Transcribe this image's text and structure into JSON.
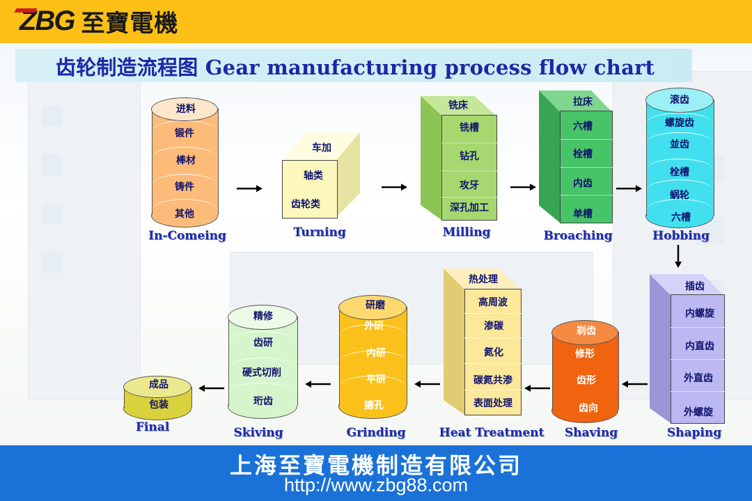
{
  "header": {
    "logo_mark": "ZBG",
    "logo_name": "至寶電機"
  },
  "title": "齿轮制造流程图  Gear manufacturing process flow chart",
  "stages": {
    "incoming": {
      "label": "In-Comeing",
      "items": [
        "进料",
        "锻件",
        "棒材",
        "铸件",
        "其他"
      ]
    },
    "turning": {
      "label": "Turning",
      "items": [
        "车加",
        "轴类",
        "齿轮类"
      ]
    },
    "milling": {
      "label": "Milling",
      "items": [
        "铣床",
        "铣槽",
        "钻孔",
        "攻牙",
        "深孔加工"
      ]
    },
    "broaching": {
      "label": "Broaching",
      "items": [
        "拉床",
        "六槽",
        "栓槽",
        "内齿",
        "单槽"
      ]
    },
    "hobbing": {
      "label": "Hobbing",
      "items": [
        "滚齿",
        "螺旋齿",
        "並齿",
        "栓槽",
        "蜗轮",
        "六槽"
      ]
    },
    "shaping": {
      "label": "Shaping",
      "items": [
        "插齿",
        "内螺旋",
        "内直齿",
        "外直齿",
        "外螺旋"
      ]
    },
    "shaving": {
      "label": "Shaving",
      "items": [
        "剃齿",
        "修形",
        "齿形",
        "齿向"
      ]
    },
    "heat": {
      "label": "Heat Treatment",
      "items": [
        "热处理",
        "高周波",
        "渗碳",
        "氮化",
        "碳氮共渗",
        "表面处理"
      ]
    },
    "grinding": {
      "label": "Grinding",
      "items": [
        "研磨",
        "外研",
        "内研",
        "平研",
        "搪孔"
      ]
    },
    "skiving": {
      "label": "Skiving",
      "items": [
        "精修",
        "齿研",
        "硬式切削",
        "珩齿"
      ]
    },
    "final": {
      "label": "Final",
      "items": [
        "成品",
        "包装"
      ]
    }
  },
  "footer": {
    "company": "上海至寶電機制造有限公司",
    "url": "http://www.zbg88.com"
  },
  "colors": {
    "header_bg": "#fbbf15",
    "footer_bg": "#1a72d8",
    "title_text": "#1c27a6",
    "incoming": "#fdbb7a",
    "turning": "#fcf8bd",
    "milling": "#a6d86f",
    "broaching": "#47c368",
    "hobbing": "#42e0ee",
    "shaping": "#bbb8f2",
    "shaving": "#f06410",
    "heat": "#fbe89a",
    "grinding": "#fbc11b",
    "skiving": "#d6f5cc",
    "final": "#d9d23c"
  },
  "icons": {
    "arrow": "arrow-right-icon"
  }
}
